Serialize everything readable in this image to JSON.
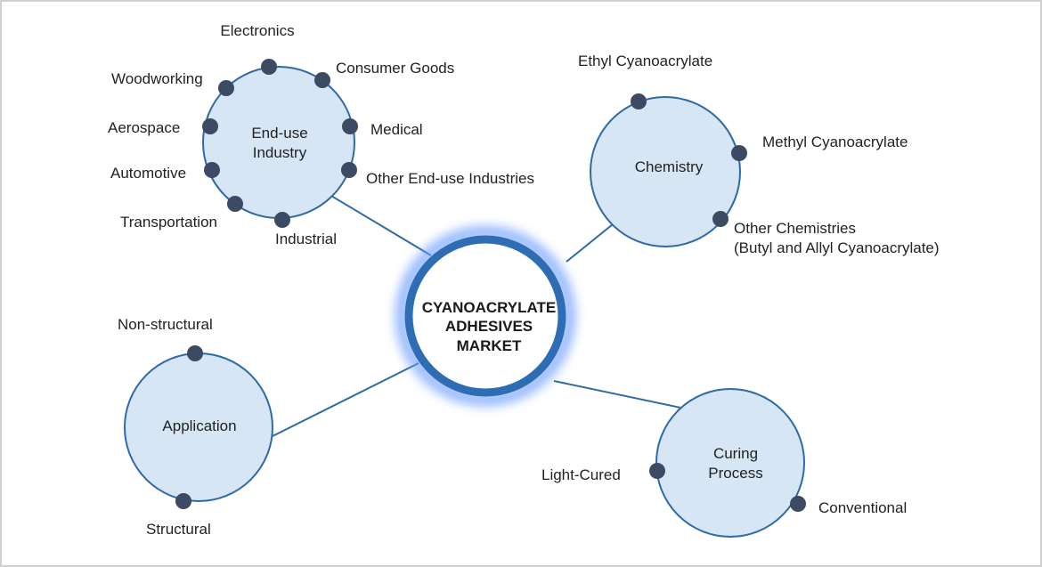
{
  "center": {
    "lines": [
      "CYANOACRYLATE",
      "ADHESIVES",
      "MARKET"
    ]
  },
  "colors": {
    "ring": "#2e6db3",
    "glow": "#6a9bff",
    "hub_fill": "#d6e6f4",
    "hub_stroke": "#2e6aa6",
    "dot": "#3c4a63",
    "text": "#222222",
    "border": "#cfcfcf"
  },
  "segments": [
    {
      "id": "end-use-industry",
      "title_lines": [
        "End-use",
        "Industry"
      ],
      "items": [
        "Electronics",
        "Consumer Goods",
        "Medical",
        "Other End-use Industries",
        "Industrial",
        "Transportation",
        "Automotive",
        "Aerospace",
        "Woodworking"
      ]
    },
    {
      "id": "chemistry",
      "title_lines": [
        "Chemistry"
      ],
      "items": [
        "Ethyl Cyanoacrylate",
        "Methyl Cyanoacrylate",
        "Other Chemistries\n(Butyl and Allyl Cyanoacrylate)"
      ]
    },
    {
      "id": "application",
      "title_lines": [
        "Application"
      ],
      "items": [
        "Non-structural",
        "Structural"
      ]
    },
    {
      "id": "curing-process",
      "title_lines": [
        "Curing",
        "Process"
      ],
      "items": [
        "Light-Cured",
        "Conventional"
      ]
    }
  ]
}
